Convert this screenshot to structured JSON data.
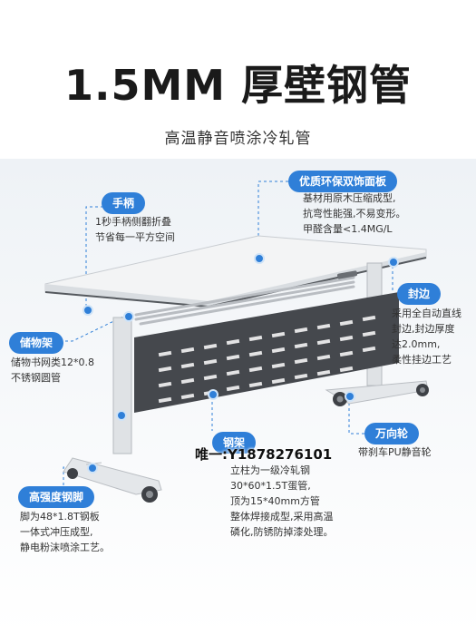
{
  "header": {
    "headline": "1.5MM 厚壁钢管",
    "subline": "高温静音喷涂冷轧管"
  },
  "callouts": {
    "handle": {
      "title": "手柄",
      "lines": [
        "1秒手柄侧翻折叠",
        "节省每一平方空间"
      ]
    },
    "panel": {
      "title": "优质环保双饰面板",
      "lines": [
        "基材用原木压缩成型,",
        "抗弯性能强,不易变形。",
        "甲醛含量<1.4MG/L"
      ]
    },
    "edge": {
      "title": "封边",
      "lines": [
        "采用全自动直线",
        "封边,封边厚度",
        "达2.0mm,",
        "柔性挂边工艺"
      ]
    },
    "rack": {
      "title": "储物架",
      "lines": [
        "储物书网类12*0.8",
        "不锈钢圆管"
      ]
    },
    "caster": {
      "title": "万向轮",
      "lines": [
        "带刹车PU静音轮"
      ]
    },
    "frame": {
      "title": "钢架",
      "lines": [
        "立柱为一级冷轧钢",
        "30*60*1.5T蛋管,",
        "顶为15*40mm方管",
        "整体焊接成型,采用高温",
        "磷化,防锈防掉漆处理。"
      ]
    },
    "foot": {
      "title": "高强度钢脚",
      "lines": [
        "脚为48*1.8T钢板",
        "一体式冲压成型,",
        "静电粉沫喷涂工艺。"
      ]
    }
  },
  "watermark": "唯一:Y1878276101",
  "colors": {
    "accent": "#2f7fd8",
    "panel": "#45484d",
    "frame": "#d9dcdf",
    "top": "#f1f2f3"
  }
}
